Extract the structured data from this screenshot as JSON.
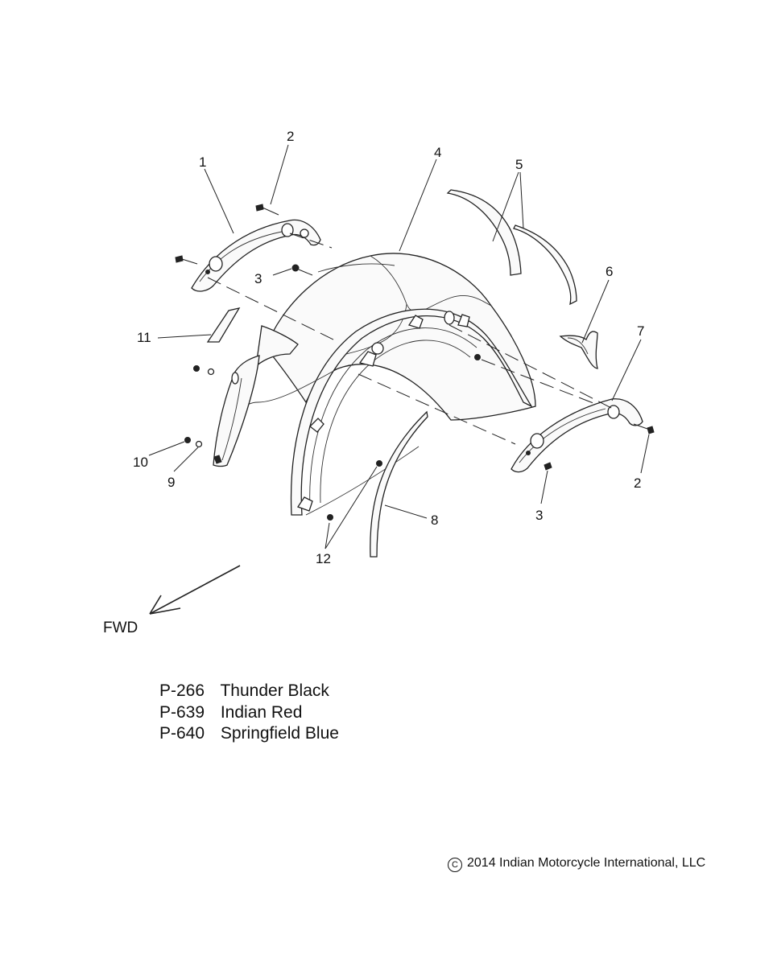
{
  "callouts": {
    "c1": "1",
    "c2a": "2",
    "c2b": "2",
    "c3a": "3",
    "c3b": "3",
    "c4": "4",
    "c5": "5",
    "c6": "6",
    "c7": "7",
    "c8": "8",
    "c9": "9",
    "c10": "10",
    "c11": "11",
    "c12": "12"
  },
  "direction": {
    "label": "FWD"
  },
  "paint_codes": [
    {
      "code": "P-266",
      "name": "Thunder Black"
    },
    {
      "code": "P-639",
      "name": "Indian Red"
    },
    {
      "code": "P-640",
      "name": "Springfield Blue"
    }
  ],
  "copyright": {
    "symbol": "C",
    "text": "2014 Indian Motorcycle International, LLC"
  }
}
